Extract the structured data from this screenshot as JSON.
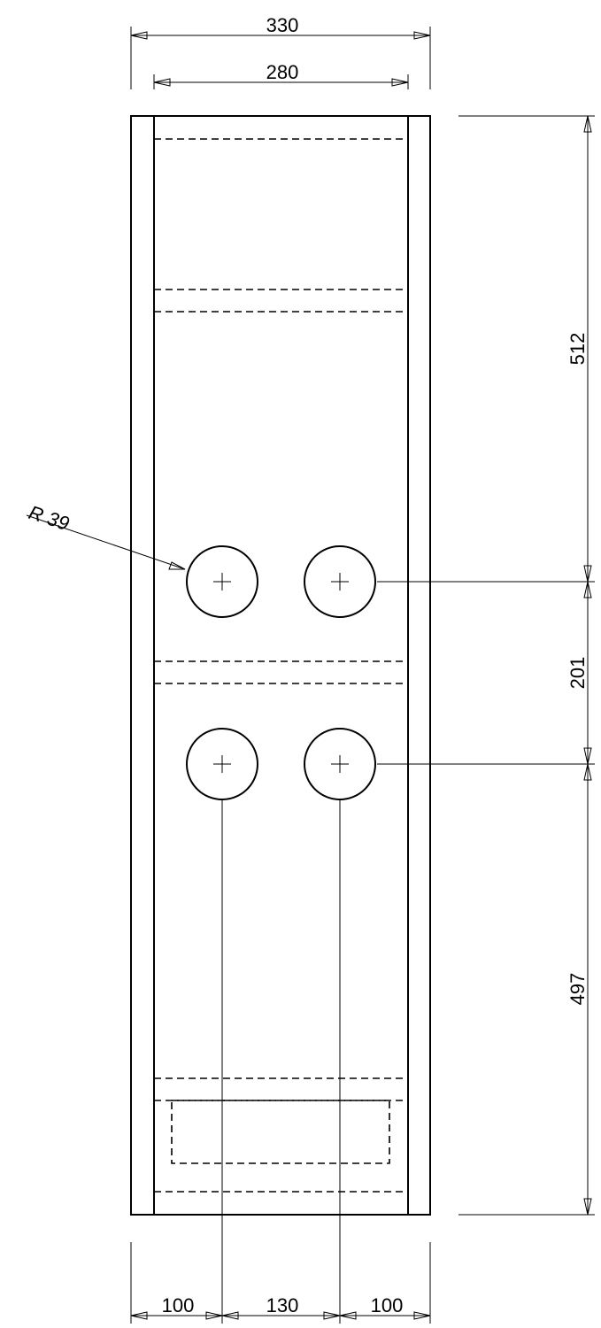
{
  "dimensions": {
    "overall_width": "330",
    "inner_width": "280",
    "hole_radius": "R 39",
    "top_to_upper_holes": "512",
    "hole_row_spacing": "201",
    "lower_holes_to_bottom": "497",
    "bottom_left": "100",
    "bottom_middle": "130",
    "bottom_right": "100"
  }
}
